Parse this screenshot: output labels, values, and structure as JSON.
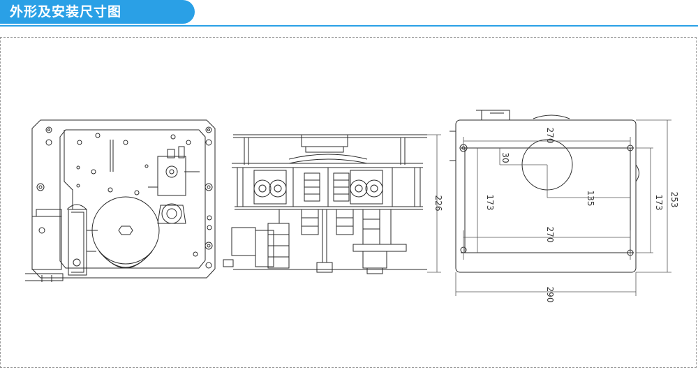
{
  "header": {
    "title": "外形及安装尺寸图",
    "accent_color": "#2aa0e6"
  },
  "drawing": {
    "line_color": "#2a2a2a",
    "dimensions": {
      "side_height": "226",
      "top_hole_span": "270",
      "bottom_hole_span": "270",
      "offset_30": "30",
      "left_hole_height": "173",
      "right_hole_height": "173",
      "vertical_135": "135",
      "overall_height": "253",
      "overall_width": "290"
    }
  }
}
